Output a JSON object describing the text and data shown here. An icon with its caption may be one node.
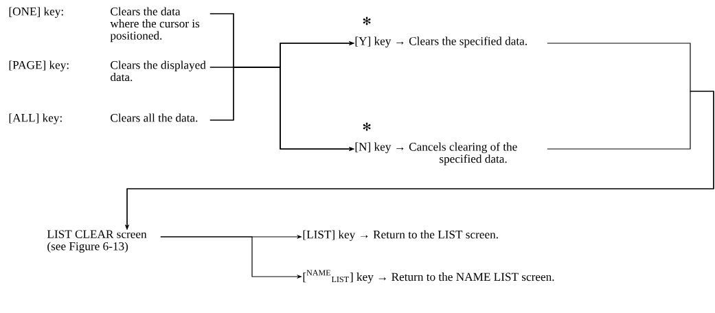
{
  "diagram": {
    "nodes": [
      {
        "text": [
          "[ONE] key:",
          "Clears the data where the cursor is positioned."
        ]
      },
      {
        "text": [
          "[PAGE] key:",
          "Clears the displayed data."
        ]
      },
      {
        "text": [
          "[ALL] key:",
          "Clears all the data."
        ]
      },
      {
        "text": [
          "[Y] key → Clears the specified data."
        ],
        "beside": [
          "✻"
        ]
      },
      {
        "text": [
          "[N] key → Cancels clearing of the specified data."
        ],
        "beside": [
          "✻"
        ]
      },
      {
        "text": [
          "LIST CLEAR screen (see Figure 6-13)"
        ]
      },
      {
        "text": [
          "[LIST] key → Return to the LIST screen."
        ]
      },
      {
        "text": [
          "[$^{NAME}$$_{LIST}$] key → Return to the NAME LIST screen."
        ]
      }
    ],
    "edges": [
      {
        "from": 0,
        "to": 3,
        "arrow": "to"
      },
      {
        "from": 0,
        "to": 4,
        "arrow": "to"
      },
      {
        "from": 1,
        "to": 3,
        "arrow": "to"
      },
      {
        "from": 1,
        "to": 4,
        "arrow": "to"
      },
      {
        "from": 2,
        "to": 3,
        "arrow": "to"
      },
      {
        "from": 2,
        "to": 4,
        "arrow": "to"
      },
      {
        "from": 3,
        "to": 5,
        "arrow": "to"
      },
      {
        "from": 4,
        "to": 5,
        "arrow": "to"
      },
      {
        "from": 5,
        "to": 6,
        "arrow": "to"
      },
      {
        "from": 5,
        "to": 7,
        "arrow": "to"
      }
    ]
  }
}
